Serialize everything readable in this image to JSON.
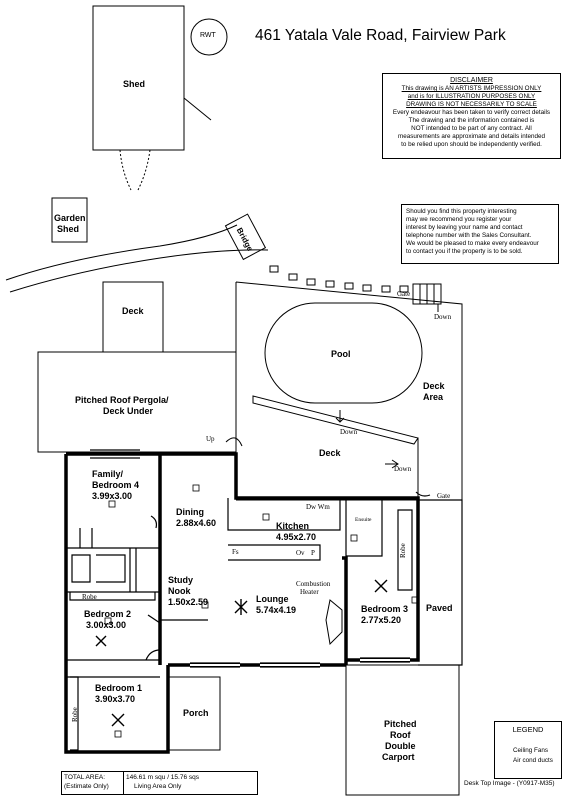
{
  "header": {
    "title": "461 Yatala Vale Road, Fairview Park"
  },
  "disclaimer": {
    "heading": "DISCLAIMER",
    "lines_underlined": [
      "This drawing is AN ARTISTS IMPRESSION ONLY",
      "and is for ILLUSTRATION PURPOSES ONLY",
      "DRAWING IS NOT NECESSARILY TO SCALE"
    ],
    "lines": [
      "Every endeavour has been taken to verify correct details",
      "The drawing and the information contained is",
      "NOT intended to be part of any contract. All",
      "measurements are approximate and details intended",
      "to be relied upon should be independently verified."
    ]
  },
  "interest": {
    "lines": [
      "Should you find this property interesting",
      "may we recommend you register your",
      "interest by leaving your name and contact",
      "telephone number with the Sales Consultant.",
      "We would be pleased to make every endeavour",
      "to contact you if the property is to be sold."
    ]
  },
  "labels": {
    "rwt": "RWT",
    "shed": "Shed",
    "garden_shed_1": "Garden",
    "garden_shed_2": "Shed",
    "bridge": "Bridge",
    "deck_top": "Deck",
    "pool": "Pool",
    "deck_area_1": "Deck",
    "deck_area_2": "Area",
    "pergola_1": "Pitched Roof Pergola/",
    "pergola_2": "Deck Under",
    "deck": "Deck",
    "paved": "Paved",
    "porch": "Porch",
    "carport_1": "Pitched",
    "carport_2": "Roof",
    "carport_3": "Double",
    "carport_4": "Carport",
    "gate_top": "Gate",
    "gate_right": "Gate",
    "up": "Up",
    "down_1": "Down",
    "down_2": "Down",
    "down_3": "Down",
    "dw_wm": "Dw Wm",
    "fs": "Fs",
    "ov": "Ov",
    "p": "P",
    "ensuite": "Ensuite",
    "combustion_1": "Combustion",
    "combustion_2": "Heater",
    "robe_b2": "Robe",
    "robe_b1": "Robe",
    "robe_b3": "Robe"
  },
  "rooms": {
    "family_1": "Family/",
    "family_2": "Bedroom 4",
    "family_size": "3.99x3.00",
    "dining": "Dining",
    "dining_size": "2.88x4.60",
    "kitchen": "Kitchen",
    "kitchen_size": "4.95x2.70",
    "study_1": "Study",
    "study_2": "Nook",
    "study_size": "1.50x2.59",
    "lounge": "Lounge",
    "lounge_size": "5.74x4.19",
    "bed2": "Bedroom 2",
    "bed2_size": "3.00x3.00",
    "bed3": "Bedroom 3",
    "bed3_size": "2.77x5.20",
    "bed1": "Bedroom 1",
    "bed1_size": "3.90x3.70"
  },
  "legend": {
    "title": "LEGEND",
    "items": [
      {
        "icon": "ceiling-fan-icon",
        "label": "Ceiling Fans"
      },
      {
        "icon": "air-duct-icon",
        "label": "Air cond ducts"
      }
    ]
  },
  "area": {
    "label_1": "TOTAL AREA:",
    "label_2": "(Estimate Only)",
    "value_1": "146.61 m squ / 15.76 sqs",
    "value_2": "Living Area Only"
  },
  "footer": {
    "image_ref": "Desk Top Image - (Y0917-M35)"
  }
}
